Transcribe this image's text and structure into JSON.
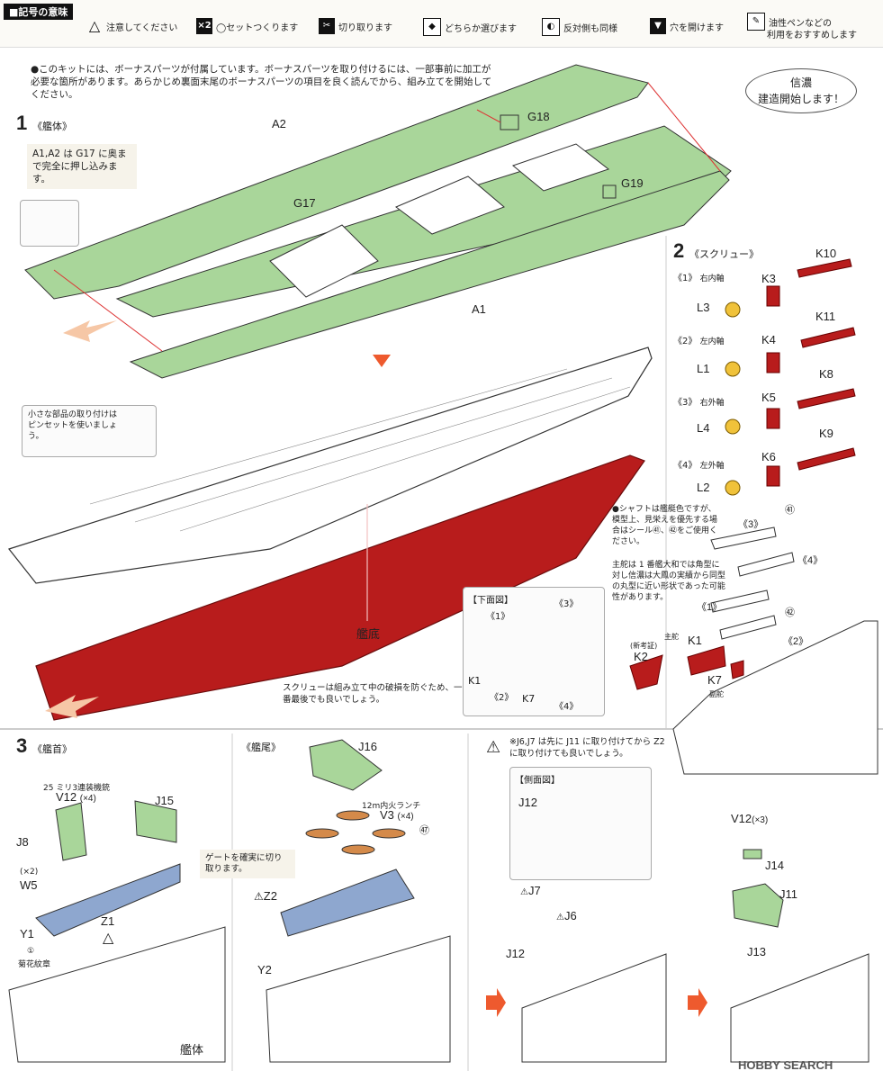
{
  "legend": {
    "title": "■記号の意味",
    "items": [
      {
        "icon": "△",
        "label": "注意してください"
      },
      {
        "icon": "×2",
        "label": "◯セットつくります"
      },
      {
        "icon": "✂",
        "label": "切り取ります"
      },
      {
        "icon": "◆",
        "label": "どちらか選びます"
      },
      {
        "icon": "◐",
        "label": "反対側も同様"
      },
      {
        "icon": "▼",
        "label": "穴を開けます"
      },
      {
        "icon": "✎",
        "label": "油性ペンなどの"
      },
      {
        "icon": "",
        "label": "利用をおすすめします"
      }
    ]
  },
  "intro": "●このキットには、ボーナスパーツが付属しています。ボーナスパーツを取り付けるには、一部事前に加工が必要な箇所があります。あらかじめ裏面末尾のボーナスパーツの項目を良く読んでから、組み立てを開始してください。",
  "bubble": {
    "line1": "信濃",
    "line2": "建造開始します！"
  },
  "step1": {
    "num": "1",
    "title": "《艦体》",
    "note": "A1,A2 は G17 に奥まで完全に押し込みます。",
    "labels": {
      "a2": "A2",
      "g17": "G17",
      "g18": "G18",
      "g19": "G19",
      "a1": "A1",
      "hull_bottom": "艦底"
    },
    "tweezers": "小さな部品の取り付けはピンセットを使いましょう。",
    "screw_note": "スクリューは組み立て中の破損を防ぐため、一番最後でも良いでしょう。"
  },
  "step2": {
    "num": "2",
    "title": "《スクリュー》",
    "rows": [
      {
        "tag": "《1》",
        "sub": "右内軸",
        "k_top": "K10",
        "k": "K3",
        "l": "L3"
      },
      {
        "tag": "《2》",
        "sub": "左内軸",
        "k_top": "K11",
        "k": "K4",
        "l": "L1"
      },
      {
        "tag": "《3》",
        "sub": "右外軸",
        "k_top": "K8",
        "k": "K5",
        "l": "L4"
      },
      {
        "tag": "《4》",
        "sub": "左外軸",
        "k_top": "K9",
        "k": "K6",
        "l": "L2"
      }
    ],
    "shaft_note": "●シャフトは艦艇色ですが、模型上、見栄えを優先する場合はシール㊶、㊷をご使用ください。",
    "rudder_note": "主舵は 1 番艦大和では角型に対し信濃は大鳳の実績から同型の丸型に近い形状であった可能性があります。",
    "bottom_view": "【下面図】",
    "bv": {
      "t1": "《1》",
      "t2": "《2》",
      "t3": "《3》",
      "t4": "《4》",
      "k1": "K1",
      "k7": "K7"
    },
    "markers": {
      "m3": "《3》",
      "m4": "《4》",
      "m1": "《1》",
      "m2": "《2》",
      "s41": "㊶",
      "s42": "㊷"
    },
    "rudder": {
      "new": "(新考証)",
      "main": "主舵",
      "k2": "K2",
      "k1": "K1",
      "k7": "K7",
      "sub": "副舵"
    }
  },
  "step3": {
    "num": "3",
    "bow": "《艦首》",
    "stern": "《艦尾》",
    "bow_parts": {
      "mg": "25 ミリ3連装機銃",
      "v12": "V12",
      "x4": "(×4)",
      "j15": "J15",
      "j8": "J8",
      "x2": "(×2)",
      "w5": "W5",
      "z1": "Z1",
      "y1": "Y1",
      "s1": "①",
      "chrys": "菊花紋章",
      "hull": "艦体"
    },
    "gate_note": "ゲートを確実に切り取ります。",
    "stern_parts": {
      "j16": "J16",
      "launch": "12m内火ランチ",
      "v3": "V3",
      "x4": "(×4)",
      "s47": "㊼",
      "z2": "Z2",
      "y2": "Y2"
    },
    "j_note": "※J6,J7 は先に J11 に取り付けてから Z2 に取り付けても良いでしょう。",
    "side_view": "【側面図】",
    "side": {
      "j12": "J12"
    },
    "later": {
      "j7": "J7",
      "j6": "J6",
      "j12": "J12",
      "v12": "V12",
      "x3": "(×3)",
      "j14": "J14",
      "j11": "J11",
      "j13": "J13"
    }
  },
  "watermark": "HOBBY SEARCH"
}
